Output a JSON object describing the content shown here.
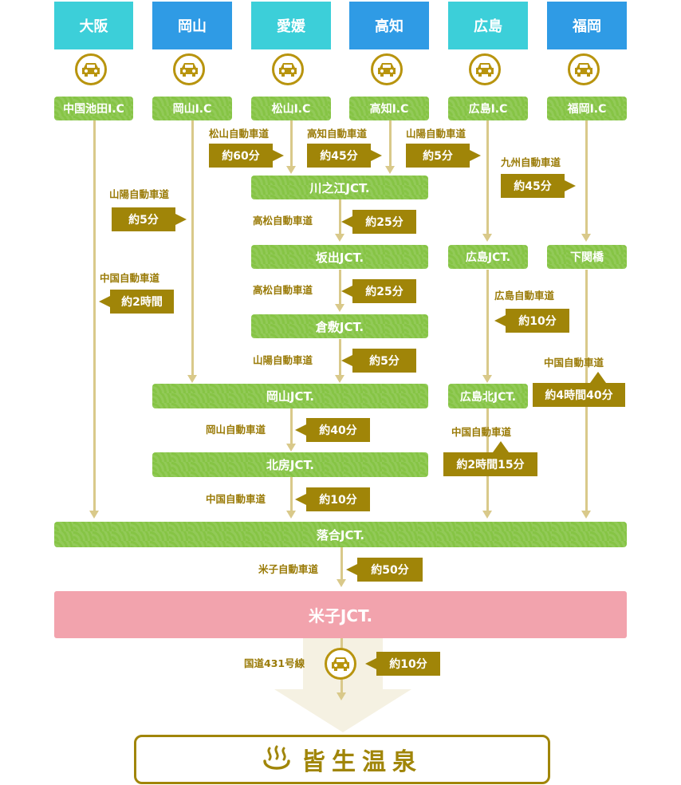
{
  "origins": [
    {
      "label": "大阪",
      "color": "teal"
    },
    {
      "label": "岡山",
      "color": "blue"
    },
    {
      "label": "愛媛",
      "color": "teal"
    },
    {
      "label": "高知",
      "color": "blue"
    },
    {
      "label": "広島",
      "color": "teal"
    },
    {
      "label": "福岡",
      "color": "blue"
    }
  ],
  "interchanges": [
    "中国池田I.C",
    "岡山I.C",
    "松山I.C",
    "高知I.C",
    "広島I.C",
    "福岡I.C"
  ],
  "junctions": {
    "kawanoe": "川之江JCT.",
    "sakaide": "坂出JCT.",
    "kurashiki": "倉敷JCT.",
    "okayama": "岡山JCT.",
    "hokubo": "北房JCT.",
    "hiroshima": "広島JCT.",
    "hiroshima_kita": "広島北JCT.",
    "shimonoseki": "下関橋",
    "ochiai": "落合JCT.",
    "yonago": "米子JCT."
  },
  "segments": [
    {
      "road": "松山自動車道",
      "time": "約60分"
    },
    {
      "road": "高知自動車道",
      "time": "約45分"
    },
    {
      "road": "山陽自動車道",
      "time": "約5分"
    },
    {
      "road": "九州自動車道",
      "time": "約45分"
    },
    {
      "road": "山陽自動車道",
      "time": "約5分"
    },
    {
      "road": "高松自動車道",
      "time": "約25分"
    },
    {
      "road": "中国自動車道",
      "time": "約2時間"
    },
    {
      "road": "高松自動車道",
      "time": "約25分"
    },
    {
      "road": "広島自動車道",
      "time": "約10分"
    },
    {
      "road": "山陽自動車道",
      "time": "約5分"
    },
    {
      "road": "中国自動車道",
      "time": "約4時間40分"
    },
    {
      "road": "岡山自動車道",
      "time": "約40分"
    },
    {
      "road": "中国自動車道",
      "time": "約2時間15分"
    },
    {
      "road": "中国自動車道",
      "time": "約10分"
    },
    {
      "road": "米子自動車道",
      "time": "約50分"
    },
    {
      "road": "国道431号線",
      "time": "約10分"
    }
  ],
  "destination": "皆生温泉",
  "icons": {
    "car": "car-icon",
    "onsen": "hot-spring-icon"
  },
  "colors": {
    "teal": "#3ccfd9",
    "blue": "#2f9be5",
    "green": "#86c445",
    "gold": "#a08508",
    "pink": "#f2a3ad",
    "line": "#d9c98a"
  }
}
